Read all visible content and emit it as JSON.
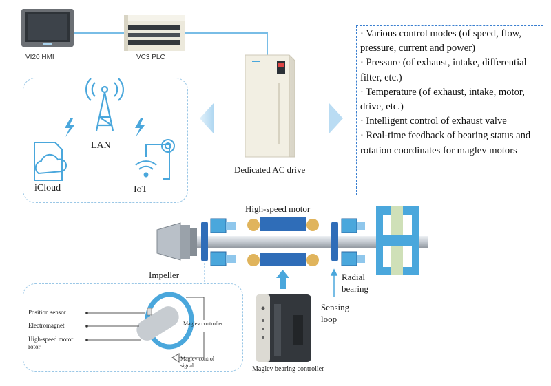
{
  "devices": {
    "hmi_label": "VI20 HMI",
    "plc_label": "VC3 PLC",
    "drive_label": "Dedicated AC drive"
  },
  "network": {
    "lan_label": "LAN",
    "icloud_label": "iCloud",
    "iot_label": "IoT"
  },
  "features": [
    "· Various control modes (of speed, flow, pressure, current and power)",
    "· Pressure (of exhaust, intake, differential filter, etc.)",
    "· Temperature (of exhaust, intake, motor, drive, etc.)",
    "· Intelligent control of exhaust valve",
    "· Real-time feedback of bearing status and rotation coordinates for maglev motors"
  ],
  "machine": {
    "motor_label": "High-speed motor",
    "impeller_label": "Impeller",
    "radial_bearing_label": "Radial bearing",
    "sensing_loop_label": "Sensing loop",
    "controller_label": "Maglev bearing controller"
  },
  "detail": {
    "position_sensor": "Position sensor",
    "electromagnet": "Electromagnet",
    "rotor": "High-speed motor rotor",
    "maglev_controller": "Maglev controller",
    "control_signal": "Maglev control signal"
  },
  "colors": {
    "accent_blue": "#4aa7dc",
    "dashed_border": "#3a7fd0",
    "magnet_blue": "#2f6db8",
    "coil_gold": "#e0b45c",
    "coupling_green": "#cfe0b8"
  }
}
